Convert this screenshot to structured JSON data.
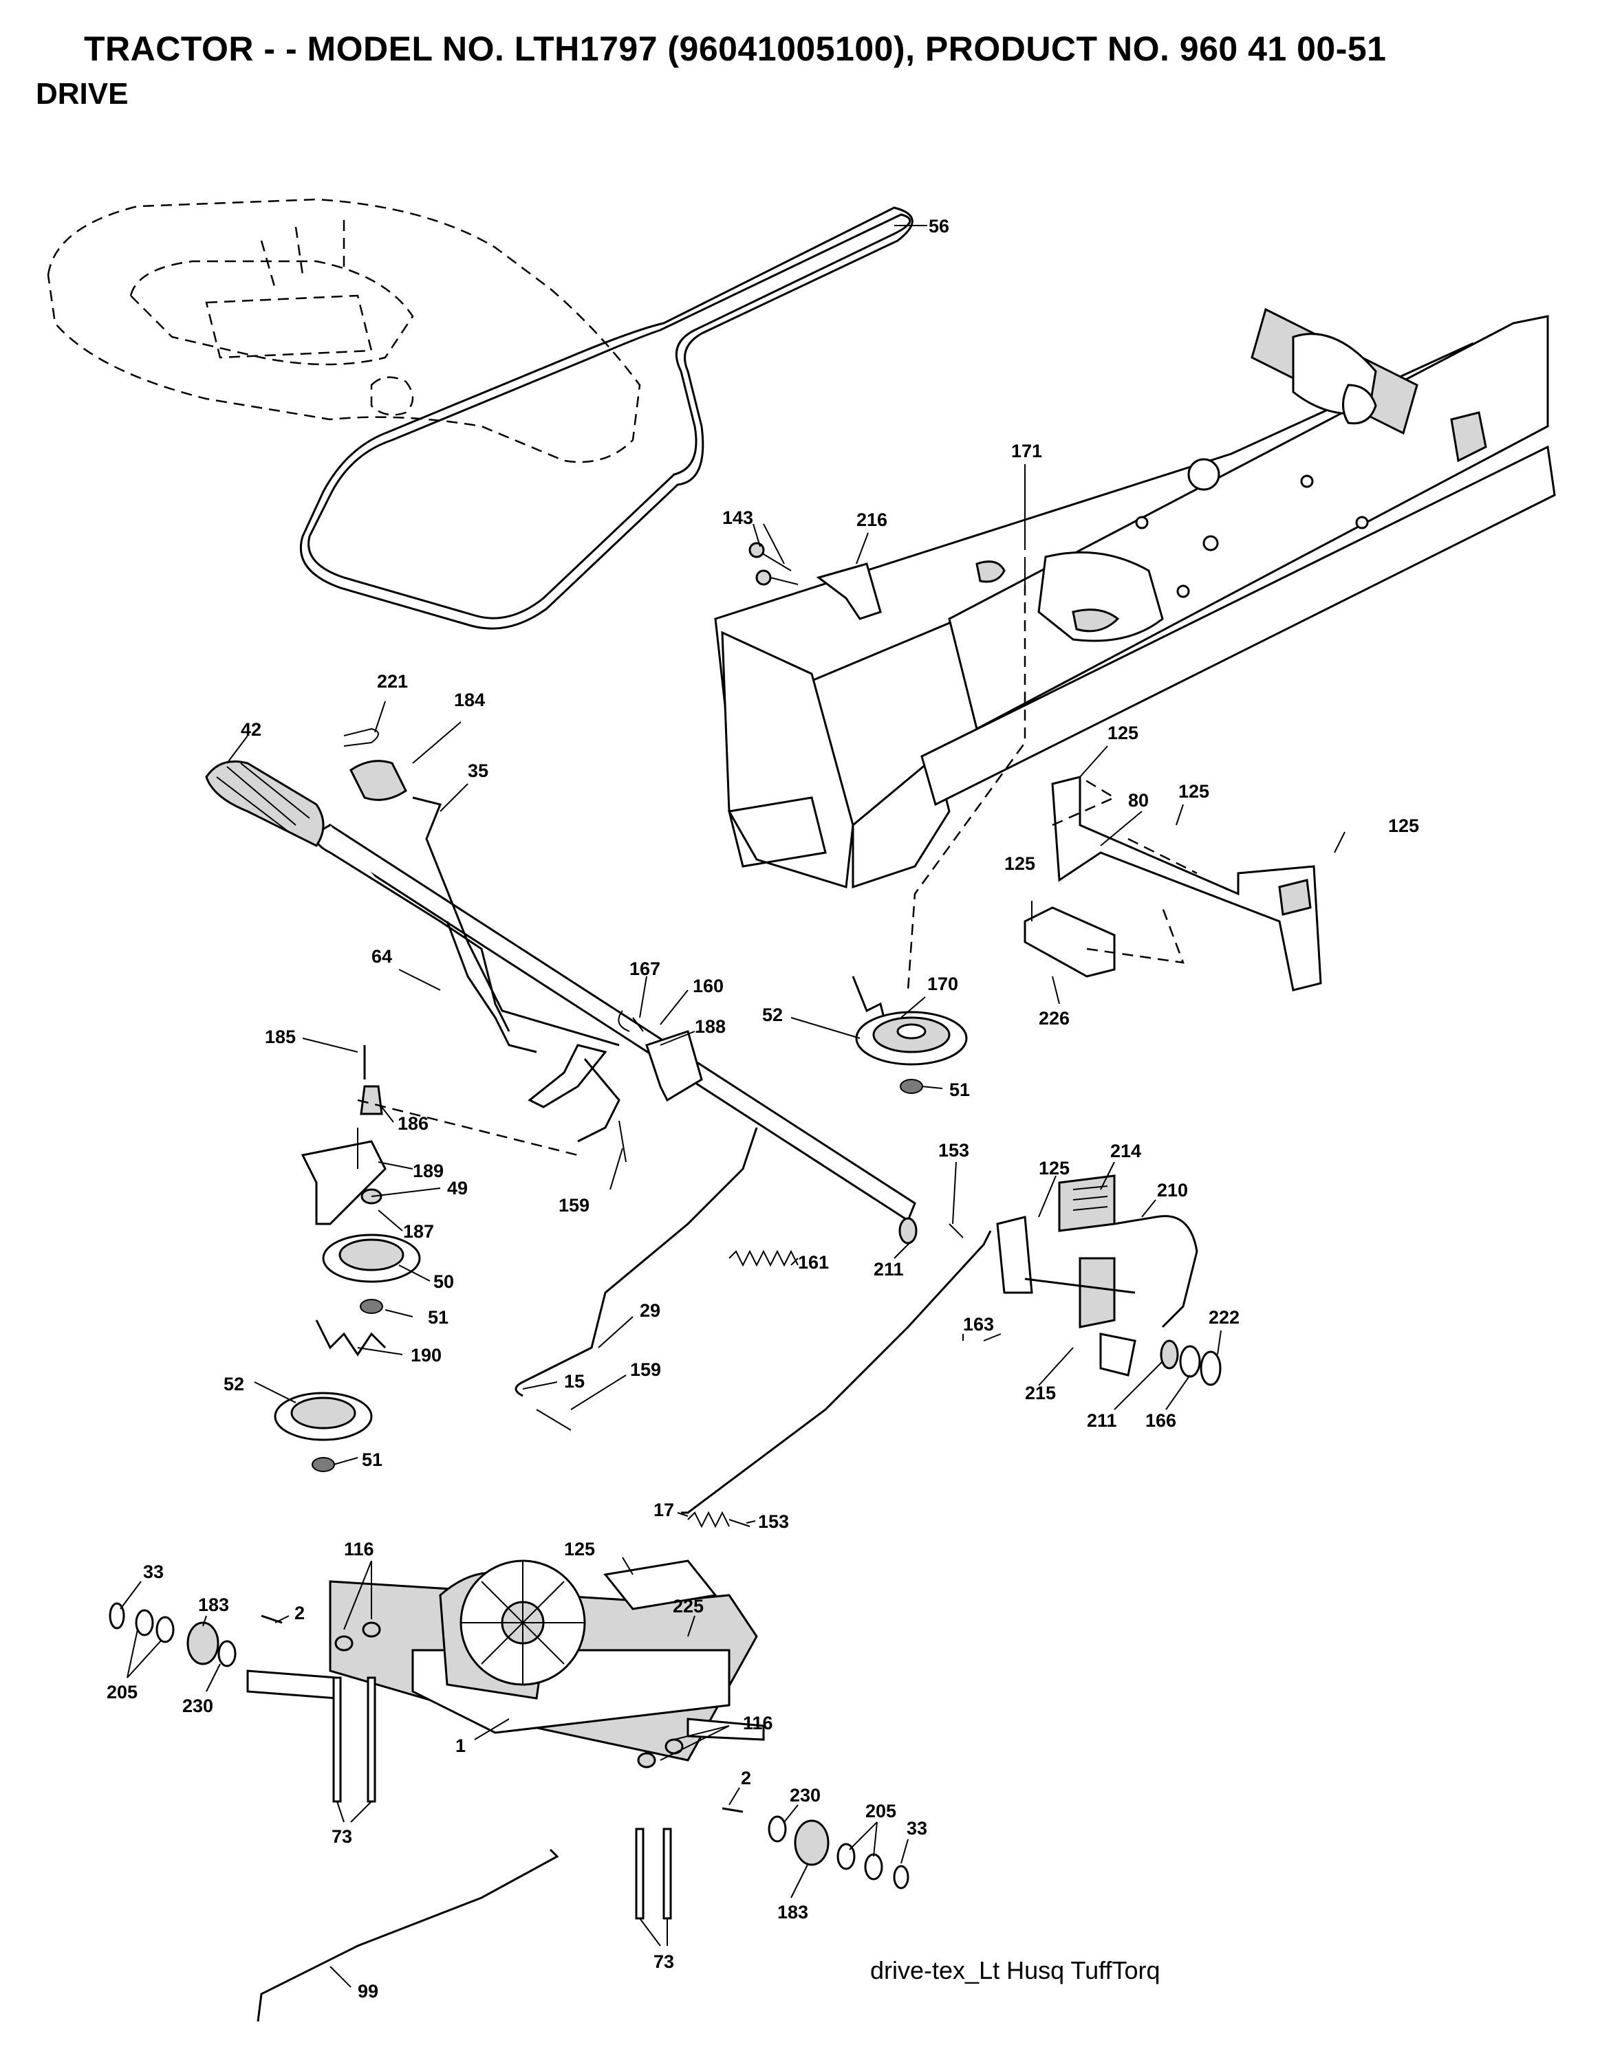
{
  "header": {
    "title": "TRACTOR - - MODEL NO. LTH1797 (96041005100), PRODUCT NO. 960 41 00-51",
    "section": "DRIVE"
  },
  "footer": {
    "caption": "drive-tex_Lt Husq TuffTorq"
  },
  "callouts": [
    "56",
    "171",
    "143",
    "216",
    "221",
    "184",
    "42",
    "35",
    "125",
    "80",
    "125",
    "125",
    "125",
    "64",
    "167",
    "160",
    "188",
    "170",
    "52",
    "185",
    "186",
    "189",
    "49",
    "187",
    "50",
    "51",
    "190",
    "52",
    "51",
    "159",
    "161",
    "29",
    "15",
    "159",
    "153",
    "125",
    "214",
    "210",
    "211",
    "163",
    "215",
    "222",
    "211",
    "166",
    "17",
    "153",
    "33",
    "205",
    "183",
    "2",
    "230",
    "116",
    "125",
    "225",
    "116",
    "1",
    "2",
    "230",
    "205",
    "33",
    "183",
    "73",
    "73",
    "99",
    "226",
    "51"
  ]
}
